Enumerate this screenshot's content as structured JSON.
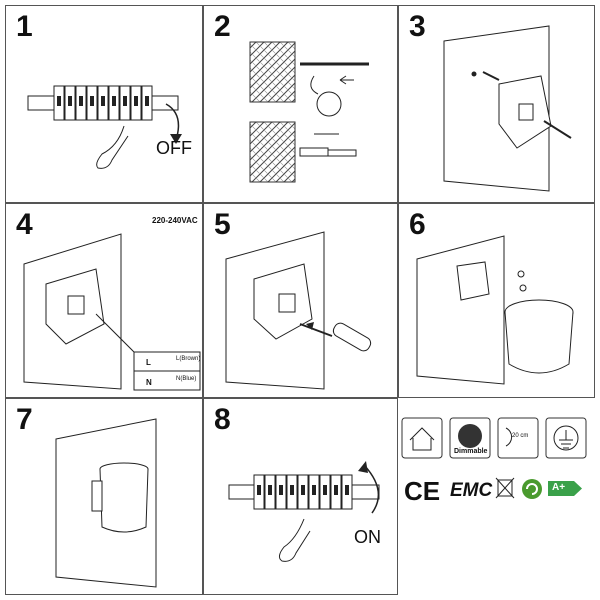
{
  "steps": [
    {
      "number": "1",
      "caption": "OFF"
    },
    {
      "number": "2"
    },
    {
      "number": "3"
    },
    {
      "number": "4",
      "voltage": "220-240VAC",
      "wire_live": "L(Brown)",
      "wire_neutral": "N(Blue)",
      "terminal_n": "N",
      "terminal_l": "L"
    },
    {
      "number": "5"
    },
    {
      "number": "6"
    },
    {
      "number": "7"
    },
    {
      "number": "8",
      "caption": "ON"
    }
  ],
  "icons": {
    "dimmable_label": "Dimmable",
    "distance_label": "20 cm",
    "ce_mark": "CE",
    "emc_mark": "EMC",
    "energy_class": "A+"
  }
}
